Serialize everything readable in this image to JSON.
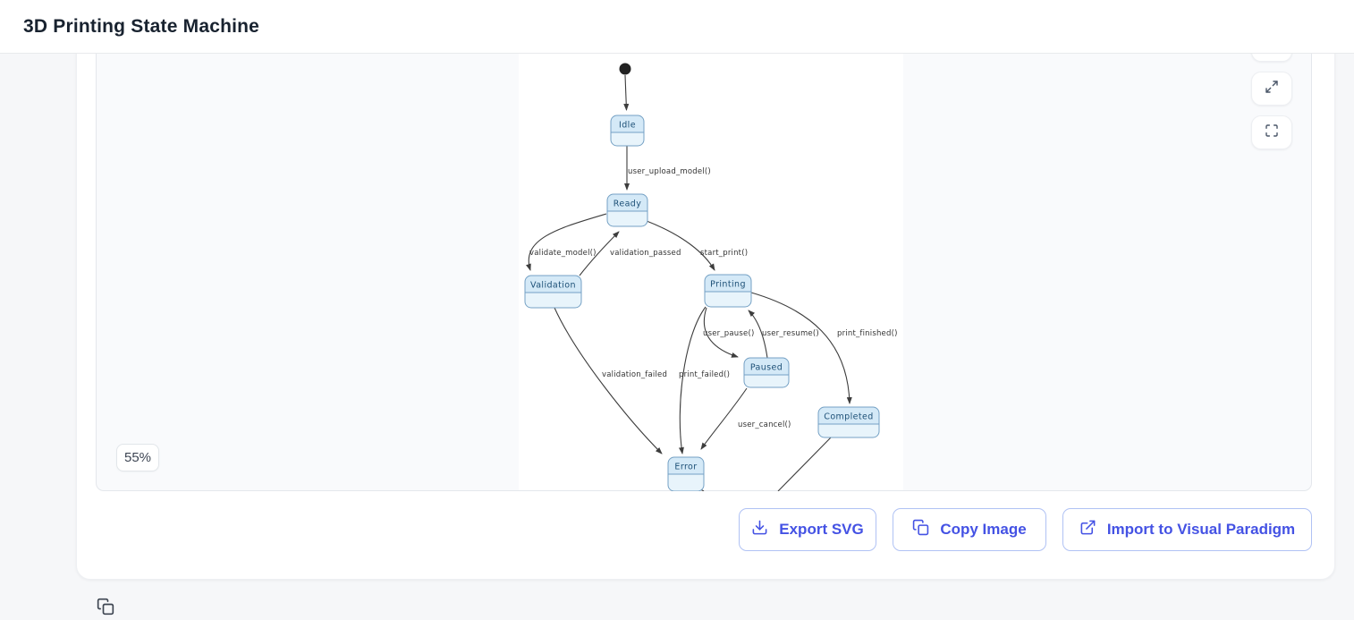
{
  "header": {
    "title": "3D Printing State Machine"
  },
  "viewer": {
    "zoom_badge": "55%",
    "controls": [
      {
        "name": "partially-hidden-control",
        "icon": "hidden"
      },
      {
        "name": "expand",
        "icon": "expand-arrows-icon"
      },
      {
        "name": "fullscreen",
        "icon": "fullscreen-corners-icon"
      }
    ]
  },
  "diagram": {
    "type": "uml-state-machine",
    "initial_state": "start-dot",
    "states": [
      {
        "label": "Idle"
      },
      {
        "label": "Ready"
      },
      {
        "label": "Validation"
      },
      {
        "label": "Printing"
      },
      {
        "label": "Paused"
      },
      {
        "label": "Completed"
      },
      {
        "label": "Error"
      }
    ],
    "transitions": [
      {
        "from": "start",
        "to": "Idle",
        "label": ""
      },
      {
        "from": "Idle",
        "to": "Ready",
        "label": "user_upload_model()"
      },
      {
        "from": "Ready",
        "to": "Validation",
        "label": "validate_model()"
      },
      {
        "from": "Validation",
        "to": "Ready",
        "label": "validation_passed"
      },
      {
        "from": "Ready",
        "to": "Printing",
        "label": "start_print()"
      },
      {
        "from": "Printing",
        "to": "Paused",
        "label": "user_pause()"
      },
      {
        "from": "Paused",
        "to": "Printing",
        "label": "user_resume()"
      },
      {
        "from": "Printing",
        "to": "Completed",
        "label": "print_finished()"
      },
      {
        "from": "Validation",
        "to": "Error",
        "label": "validation_failed"
      },
      {
        "from": "Printing",
        "to": "Error",
        "label": "print_failed()"
      },
      {
        "from": "Paused",
        "to": "Error",
        "label": "user_cancel()"
      }
    ],
    "colors": {
      "state_fill_top": "#d4e9f7",
      "state_fill_body": "#e8f4fb",
      "state_border": "#74a0c4",
      "state_text": "#1c4f76",
      "edge": "#3d3d3d"
    }
  },
  "actions": [
    {
      "label": "Export SVG",
      "icon": "download-icon"
    },
    {
      "label": "Copy Image",
      "icon": "copy-icon"
    },
    {
      "label": "Import to Visual Paradigm",
      "icon": "external-link-icon"
    }
  ]
}
